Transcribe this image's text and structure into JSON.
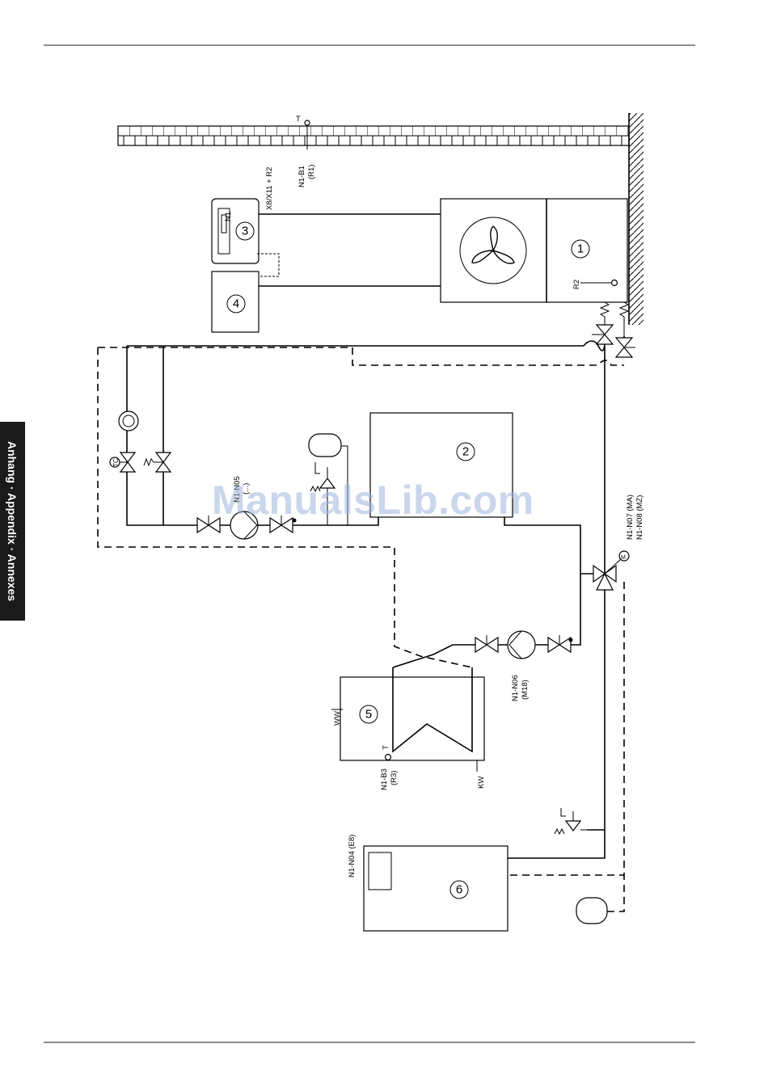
{
  "side_tab": {
    "text": "Anhang · Appendix · Annexes"
  },
  "watermark": {
    "text": "ManualsLib.com"
  },
  "diagram": {
    "components": {
      "c1": "1",
      "c2": "2",
      "c3": "3",
      "c4": "4",
      "c5": "5",
      "c6": "6"
    },
    "labels": {
      "t_top": "T",
      "n1b1": "N1-B1",
      "r1": "(R1)",
      "x8": "X8/X11 + R2",
      "n1_unit": "N1",
      "r2": "R2",
      "tc": "TC",
      "n1n05": "N1-N05",
      "n1n05_sub": "(...)",
      "n1n07": "N1-N07 (MA)",
      "n1n08": "N1-N08 (MZ)",
      "m": "M",
      "n1n06": "N1-N06",
      "m18": "(M18)",
      "ww": "WW",
      "t5": "T",
      "n1b3": "N1-B3",
      "r3": "(R3)",
      "kw": "KW",
      "n1n04": "N1-N04 (E8)"
    }
  }
}
